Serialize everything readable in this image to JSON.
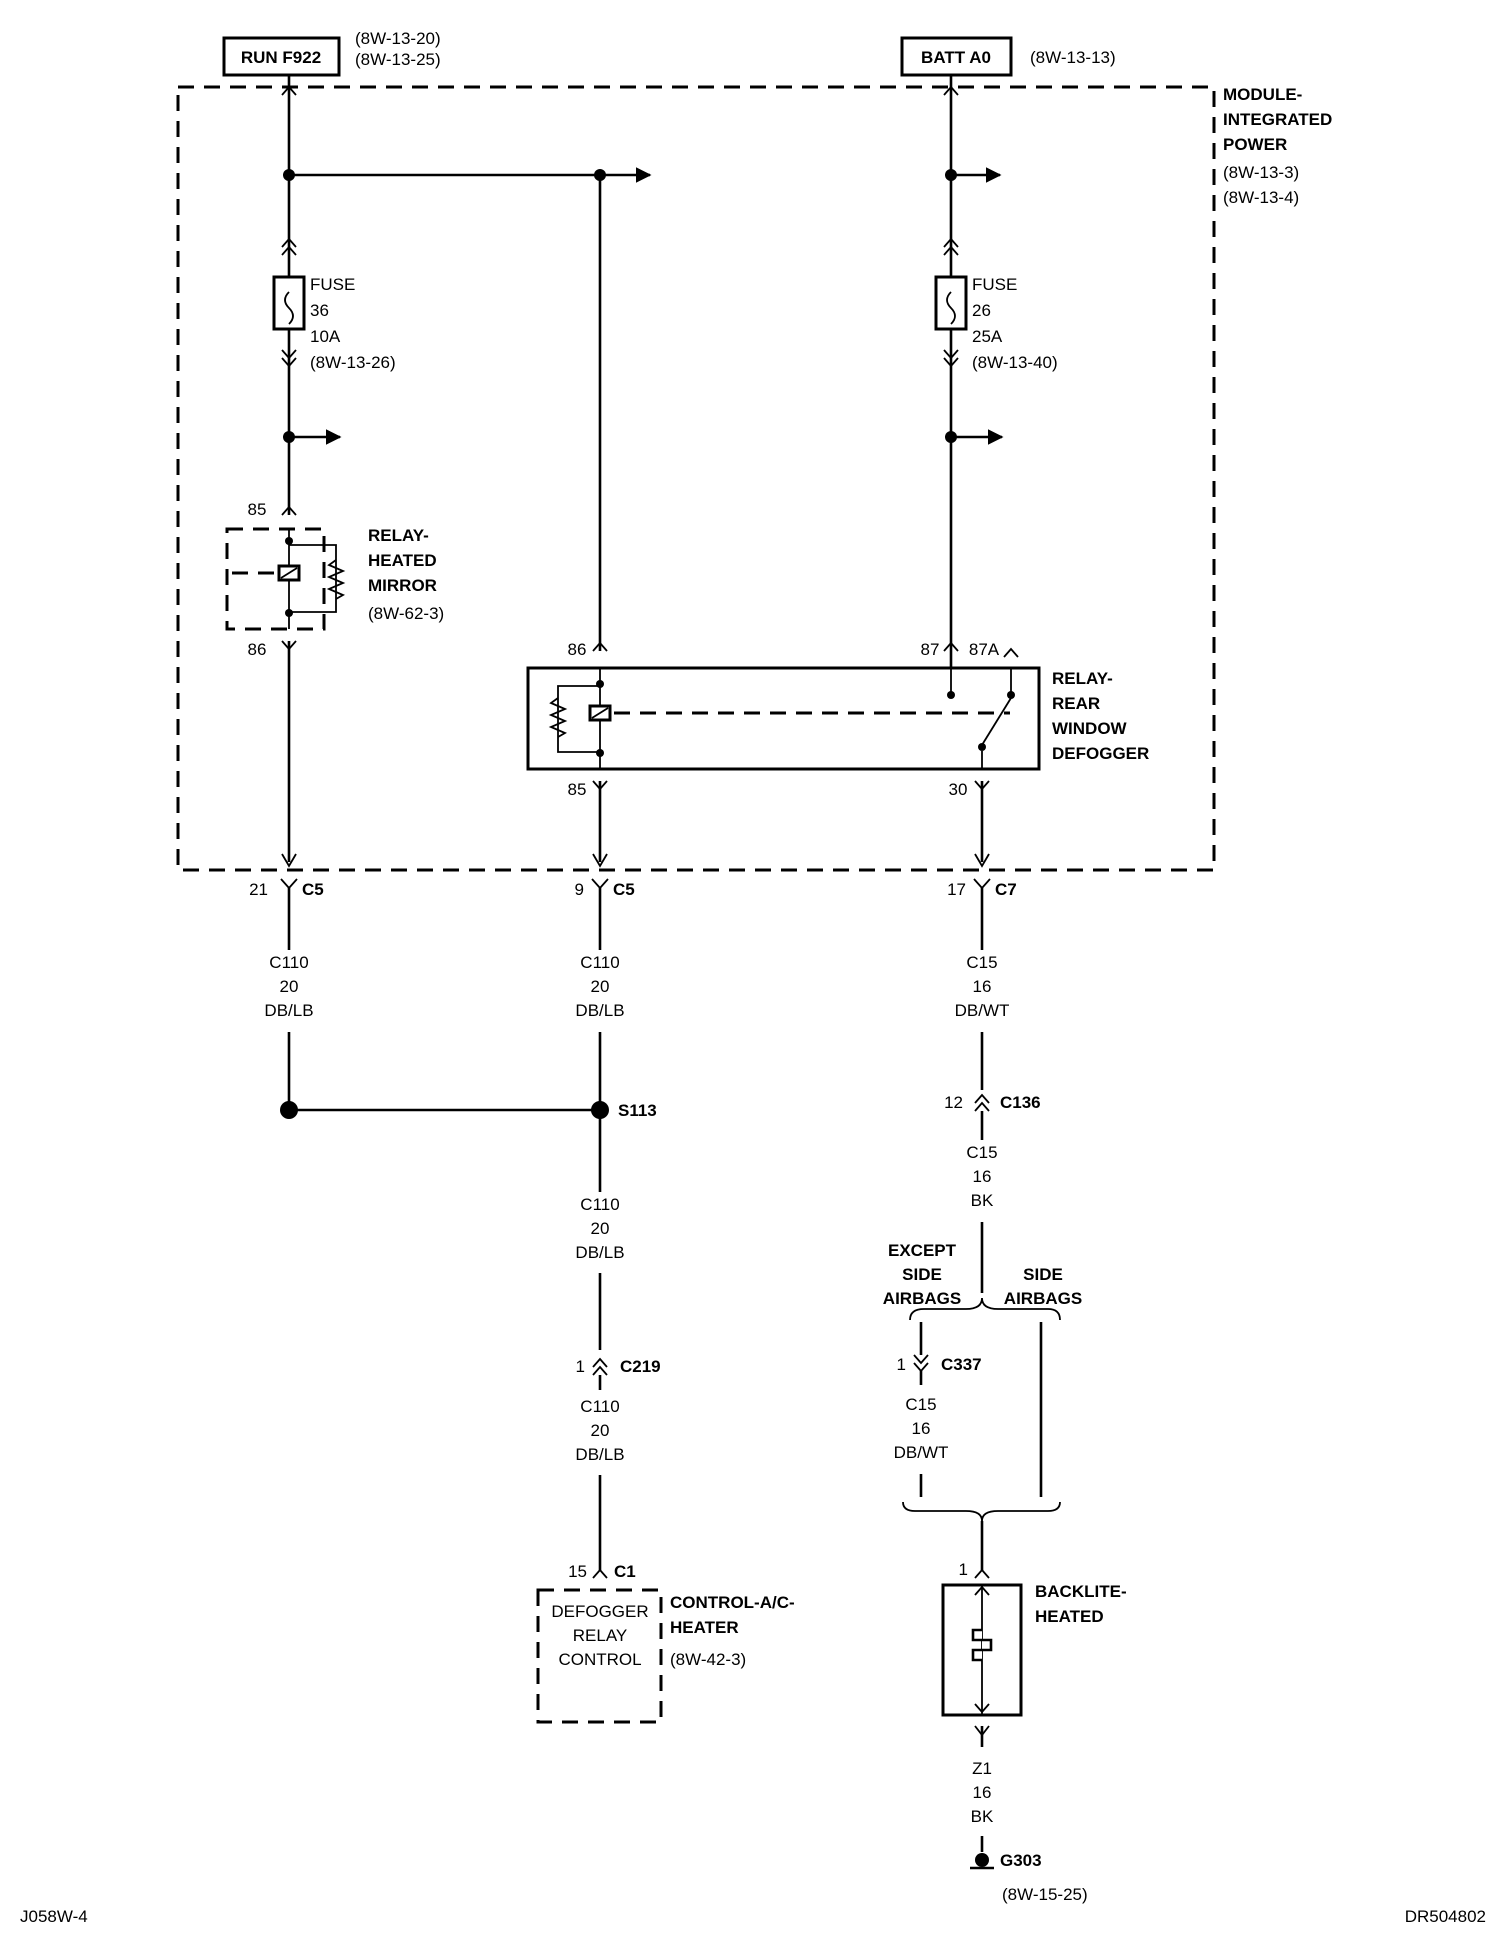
{
  "sources": {
    "run": {
      "label": "RUN F922",
      "refs": [
        "(8W-13-20)",
        "(8W-13-25)"
      ]
    },
    "batt": {
      "label": "BATT A0",
      "ref": "(8W-13-13)"
    }
  },
  "module": {
    "lines": [
      "MODULE-",
      "INTEGRATED",
      "POWER"
    ],
    "refs": [
      "(8W-13-3)",
      "(8W-13-4)"
    ]
  },
  "fuses": [
    {
      "lines": [
        "FUSE",
        "36",
        "10A",
        "(8W-13-26)"
      ]
    },
    {
      "lines": [
        "FUSE",
        "26",
        "25A",
        "(8W-13-40)"
      ]
    }
  ],
  "relay_mirror": {
    "lines": [
      "RELAY-",
      "HEATED",
      "MIRROR",
      "(8W-62-3)"
    ],
    "pin_top": "85",
    "pin_bottom": "86"
  },
  "relay_defogger": {
    "lines": [
      "RELAY-",
      "REAR",
      "WINDOW",
      "DEFOGGER"
    ],
    "pins": {
      "p86": "86",
      "p87": "87",
      "p87a": "87A",
      "p85": "85",
      "p30": "30"
    }
  },
  "connectors": {
    "c5_21": {
      "pin": "21",
      "name": "C5"
    },
    "c5_9": {
      "pin": "9",
      "name": "C5"
    },
    "c7_17": {
      "pin": "17",
      "name": "C7"
    },
    "c136": {
      "pin": "12",
      "name": "C136"
    },
    "c219": {
      "pin": "1",
      "name": "C219"
    },
    "c337": {
      "pin": "1",
      "name": "C337"
    },
    "c1": {
      "pin": "15",
      "name": "C1"
    },
    "backlite_pin": {
      "pin": "1"
    }
  },
  "wires": {
    "w1": [
      "C110",
      "20",
      "DB/LB"
    ],
    "w2": [
      "C110",
      "20",
      "DB/LB"
    ],
    "w3": [
      "C15",
      "16",
      "DB/WT"
    ],
    "w4": [
      "C110",
      "20",
      "DB/LB"
    ],
    "w5": [
      "C15",
      "16",
      "BK"
    ],
    "w6": [
      "C110",
      "20",
      "DB/LB"
    ],
    "w7": [
      "C15",
      "16",
      "DB/WT"
    ],
    "w8": [
      "Z1",
      "16",
      "BK"
    ]
  },
  "splice": {
    "name": "S113"
  },
  "options": {
    "except": [
      "EXCEPT",
      "SIDE",
      "AIRBAGS"
    ],
    "side": [
      "SIDE",
      "AIRBAGS"
    ]
  },
  "control_module": {
    "inner": [
      "DEFOGGER",
      "RELAY",
      "CONTROL"
    ],
    "lines": [
      "CONTROL-A/C-",
      "HEATER",
      "(8W-42-3)"
    ]
  },
  "backlite": {
    "lines": [
      "BACKLITE-",
      "HEATED"
    ]
  },
  "ground": {
    "name": "G303",
    "ref": "(8W-15-25)"
  },
  "footer": {
    "left": "J058W-4",
    "right": "DR504802"
  }
}
